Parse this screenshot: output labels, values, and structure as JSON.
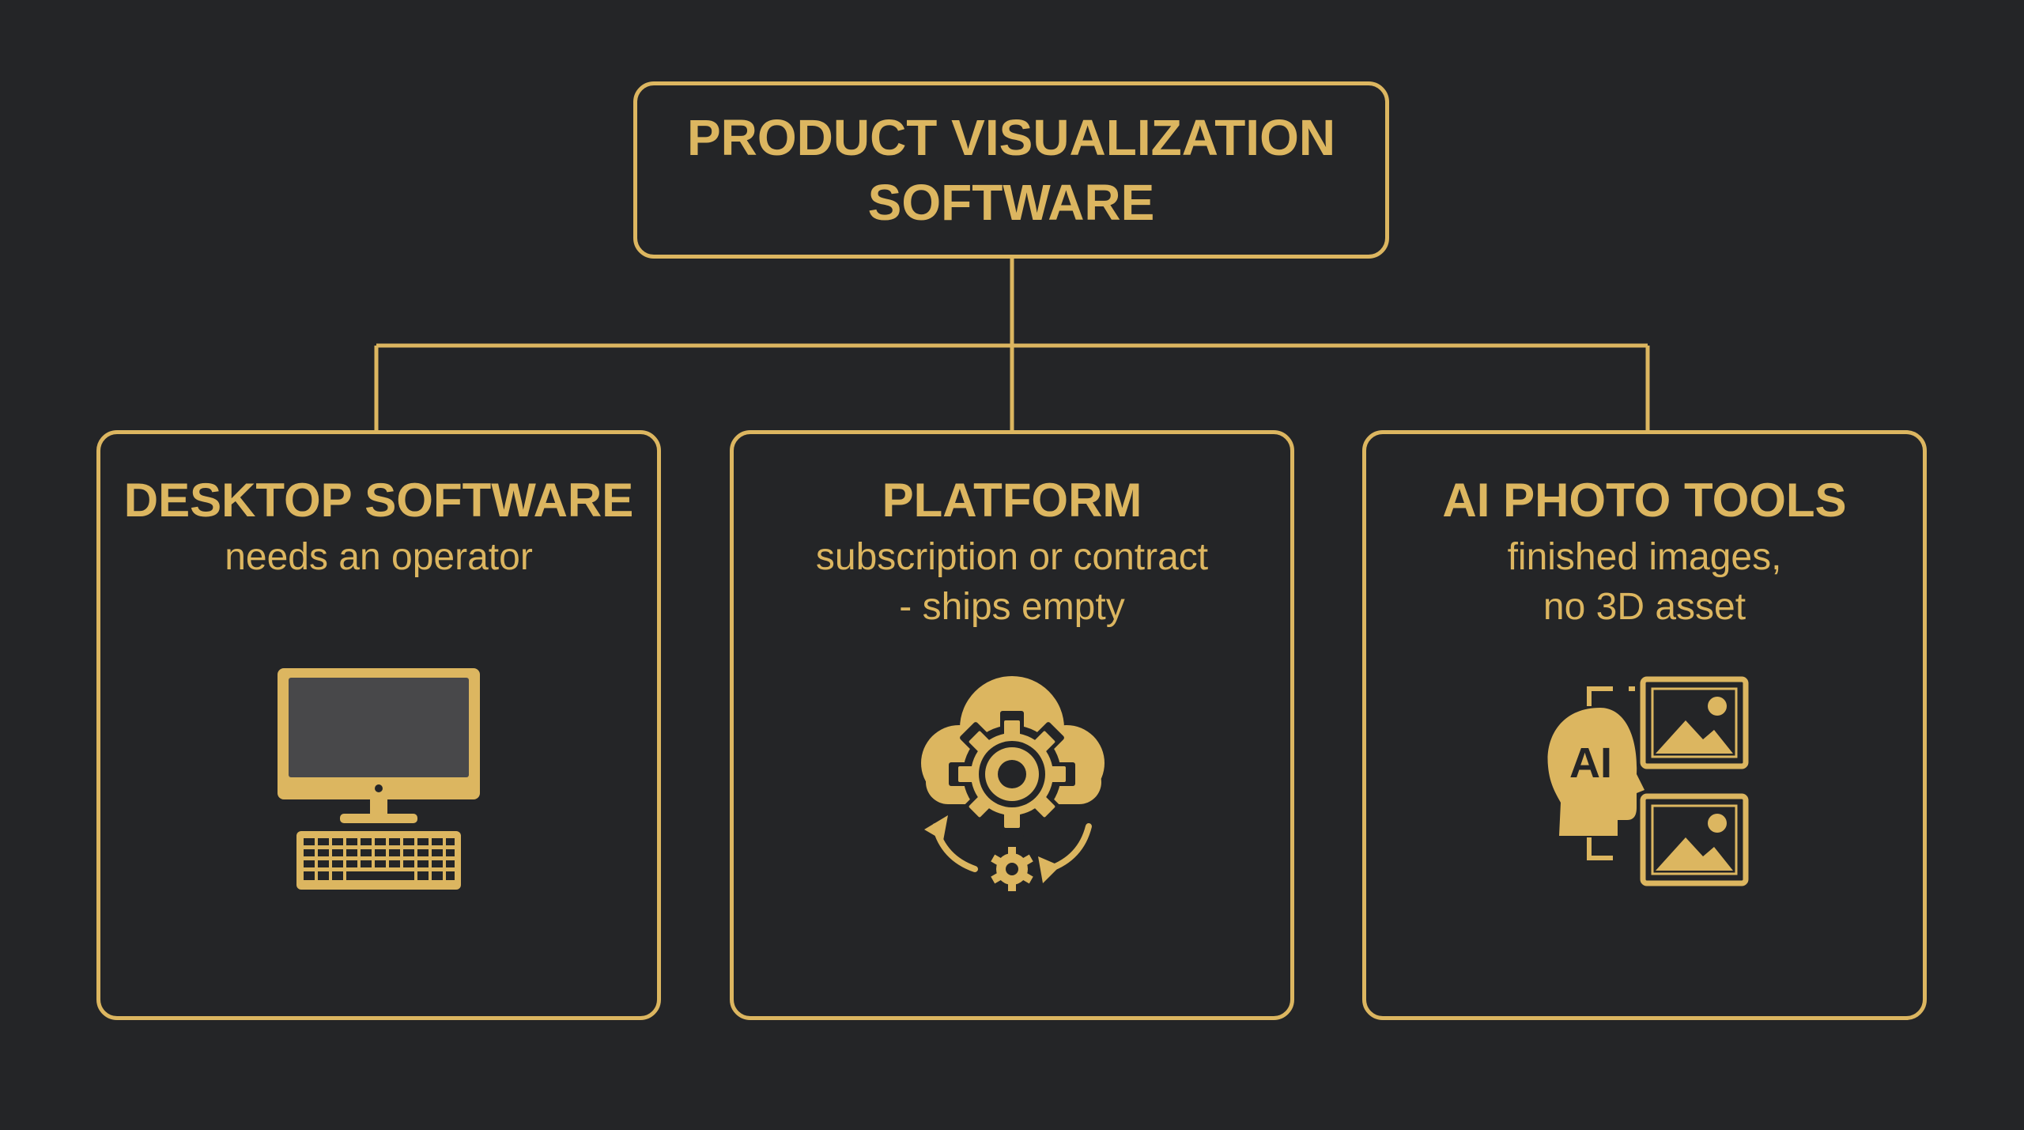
{
  "diagram": {
    "root": {
      "title_line1": "PRODUCT VISUALIZATION",
      "title_line2": "SOFTWARE"
    },
    "cards": [
      {
        "title": "DESKTOP SOFTWARE",
        "subtitle_lines": [
          "needs an operator"
        ],
        "icon": "desktop-computer-icon"
      },
      {
        "title": "PLATFORM",
        "subtitle_lines": [
          "subscription or contract",
          "- ships empty"
        ],
        "icon": "cloud-gear-icon"
      },
      {
        "title": "AI PHOTO TOOLS",
        "subtitle_lines": [
          "finished images,",
          "no 3D asset"
        ],
        "icon": "ai-head-images-icon"
      }
    ]
  },
  "colors": {
    "background": "#242527",
    "accent": "#dcb660",
    "screen": "#48484a"
  }
}
